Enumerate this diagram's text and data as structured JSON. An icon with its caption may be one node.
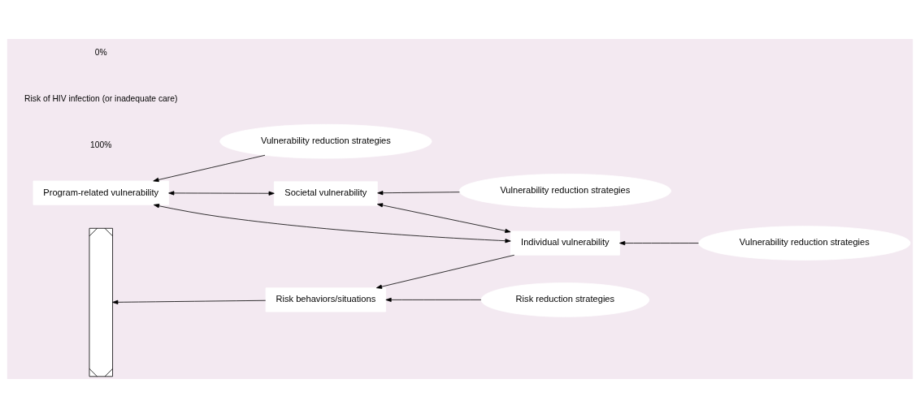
{
  "diagram": {
    "nodes": [
      {
        "text": [
          "Risk behaviors/situations"
        ]
      },
      {
        "text": [
          "Individual vulnerability"
        ]
      },
      {
        "text": [
          "Societal vulnerability"
        ]
      },
      {
        "text": [
          "Program-related vulnerability"
        ]
      },
      {
        "text": [
          "Vulnerability reduction strategies"
        ]
      },
      {
        "text": [
          "Vulnerability reduction strategies"
        ]
      },
      {
        "text": [
          "Risk reduction strategies"
        ]
      },
      {
        "text": [
          "Vulnerability reduction strategies"
        ]
      },
      {
        "text": [],
        "shape": "bar"
      }
    ],
    "edges": [
      {
        "from": 0,
        "to": 8,
        "arrow": "to"
      },
      {
        "from": 1,
        "to": 0,
        "arrow": "to"
      },
      {
        "from": 4,
        "to": 1,
        "arrow": "to"
      },
      {
        "from": 6,
        "to": 0,
        "arrow": "to"
      },
      {
        "from": 5,
        "to": 2,
        "arrow": "to"
      },
      {
        "from": 7,
        "to": 3,
        "arrow": "to"
      },
      {
        "from": 1,
        "to": 2,
        "arrow": "both"
      },
      {
        "from": 1,
        "to": 3,
        "arrow": "both"
      },
      {
        "from": 2,
        "to": 3,
        "arrow": "both"
      }
    ],
    "labels": [
      "100%",
      "Risk of HIV infection (or inadequate care)",
      "0%"
    ]
  }
}
